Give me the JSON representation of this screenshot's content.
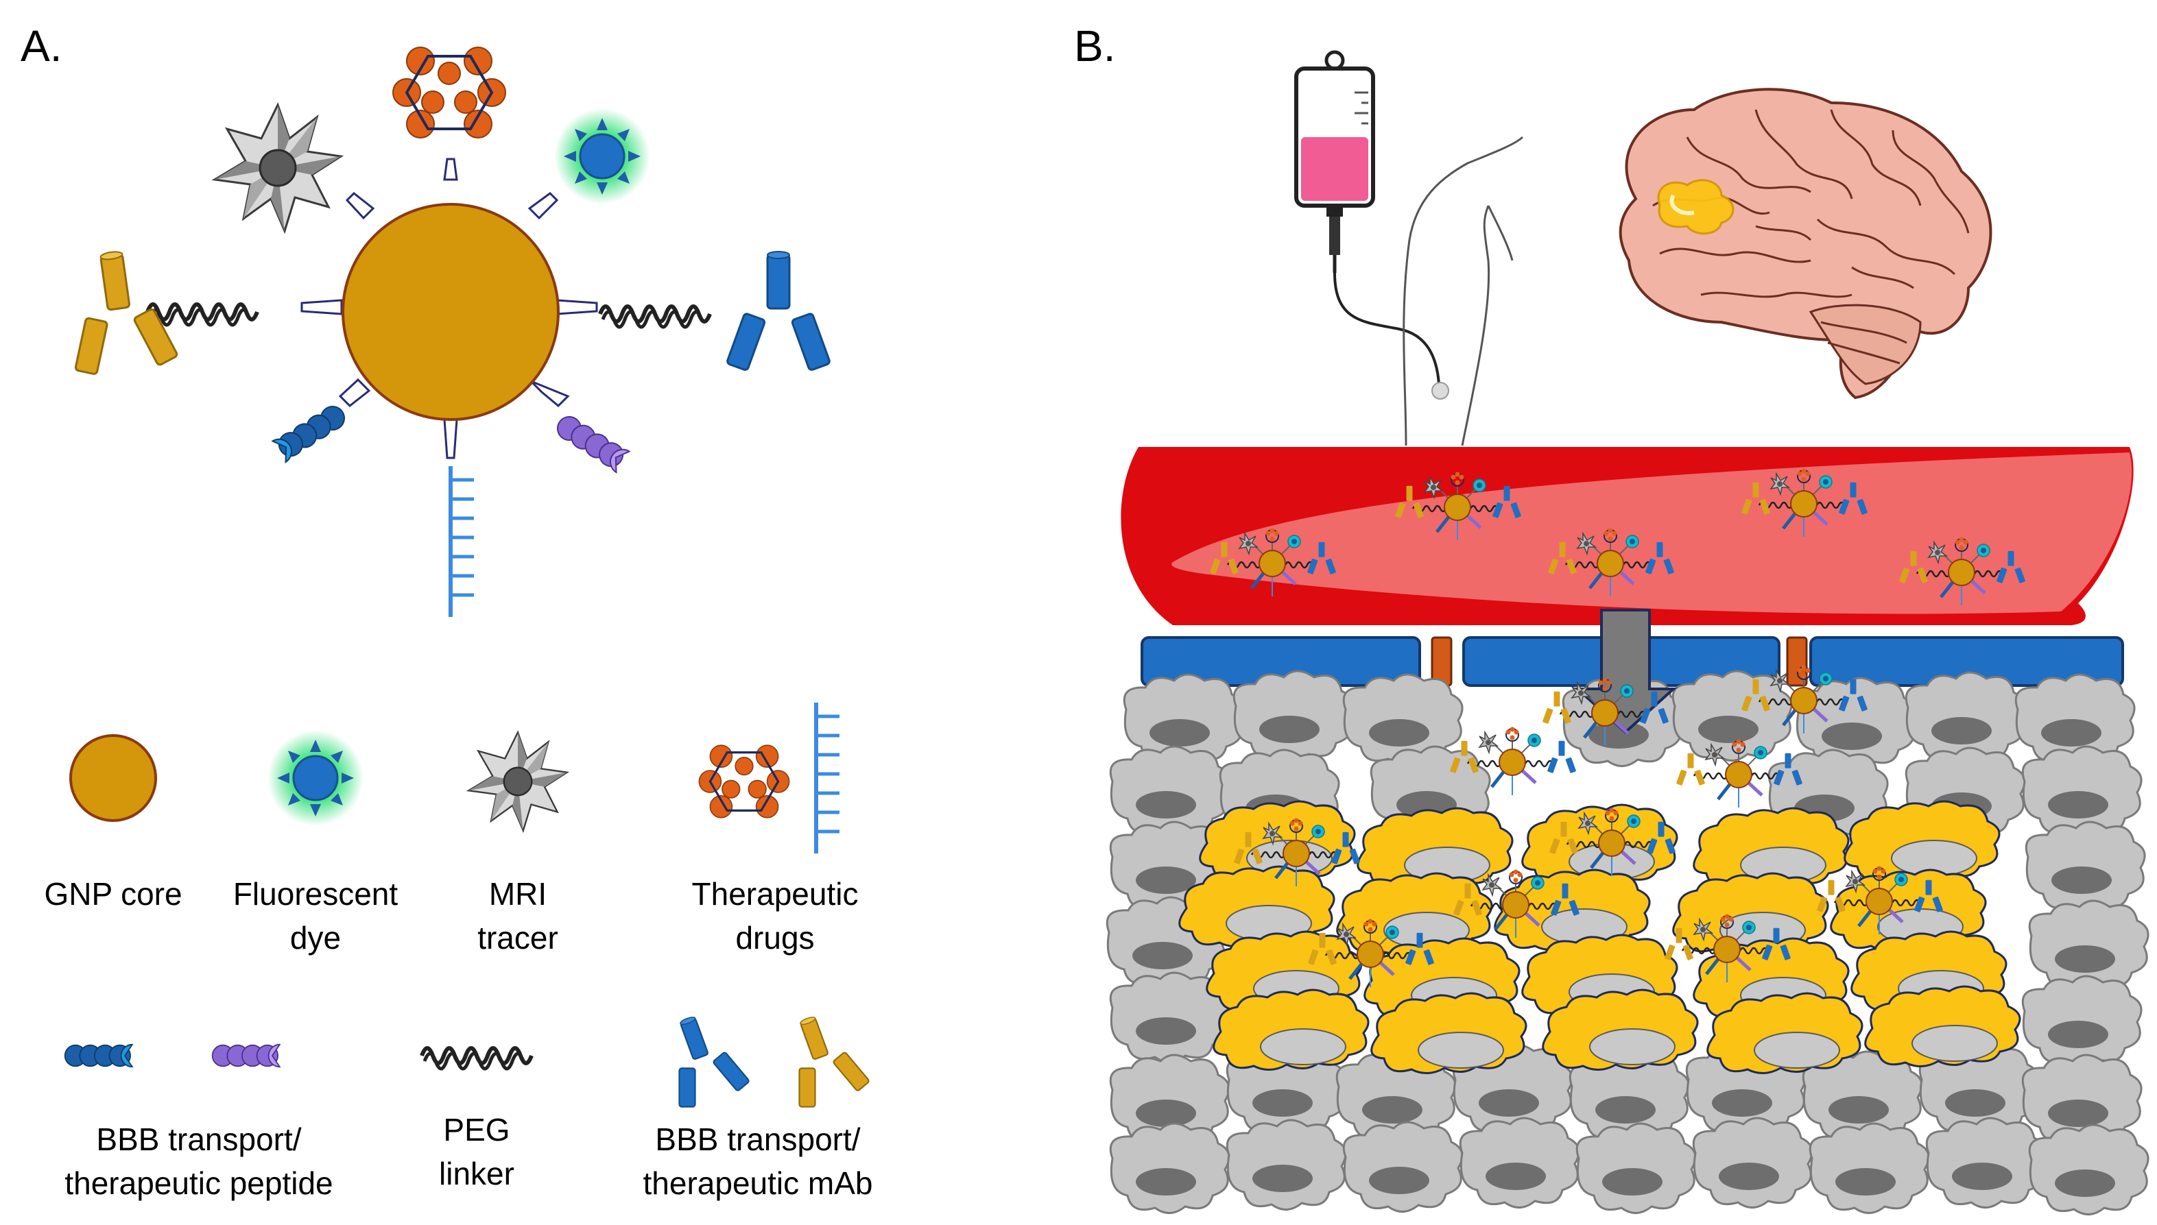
{
  "panels": {
    "a": {
      "label": "A."
    },
    "b": {
      "label": "B."
    }
  },
  "legend": {
    "gnp_core": "GNP core",
    "fluorescent_dye": "Fluorescent dye",
    "mri_tracer": "MRI tracer",
    "therapeutic_drugs": "Therapeutic drugs",
    "bbb_peptide": "BBB transport/ therapeutic peptide",
    "peg_linker": "PEG linker",
    "bbb_mab": "BBB transport/ therapeutic mAb"
  },
  "colors": {
    "gnp_core": "#d4960a",
    "gnp_border": "#8b3a12",
    "fluorescent_blue": "#1f6fc4",
    "fluorescent_glow": "#36e07a",
    "mri_gray": "#bdbdbd",
    "drug_orange": "#e06018",
    "antibody_blue": "#1f6fc4",
    "antibody_gold": "#d9a21a",
    "peptide_blue": "#1c5fa8",
    "peptide_purple": "#9a78e0",
    "peg_black": "#222222",
    "vessel_red": "#dd0a10",
    "vessel_light": "#f06a6a",
    "endothelium_blue": "#1f6fc4",
    "junction_orange": "#d45a18",
    "normal_cell_gray": "#c4c4c4",
    "tumor_yellow": "#fbc313",
    "iv_fluid_pink": "#f25c95",
    "brain_pink": "#f1b3a3"
  },
  "icons": [
    "gold-nanoparticle-core",
    "fluorescent-dye-icon",
    "mri-tracer-icon",
    "therapeutic-drug-icon",
    "peg-linker-icon",
    "antibody-icon",
    "peptide-icon",
    "iv-bag-icon",
    "brain-icon",
    "blood-vessel-icon",
    "arrow-down-icon"
  ]
}
